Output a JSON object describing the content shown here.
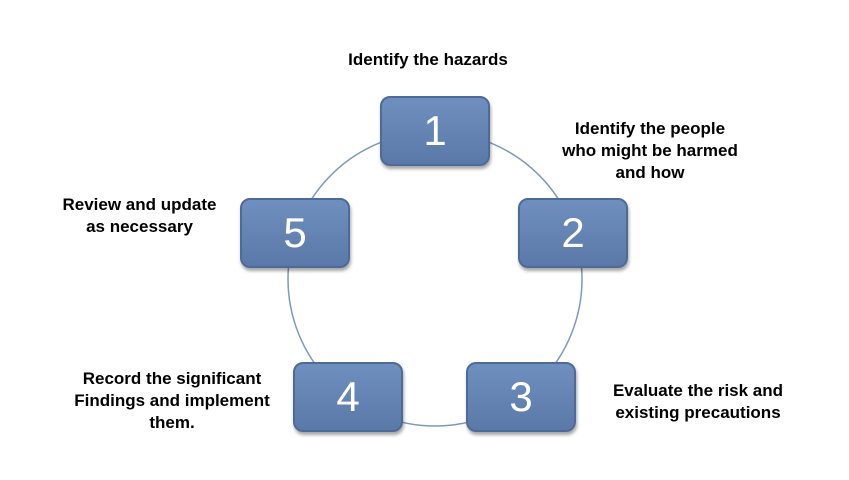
{
  "steps": [
    {
      "number": "1",
      "label_lines": [
        "Identify the hazards"
      ]
    },
    {
      "number": "2",
      "label_lines": [
        "Identify the people",
        "who might be harmed",
        "and how"
      ]
    },
    {
      "number": "3",
      "label_lines": [
        "Evaluate the risk and",
        "existing precautions"
      ]
    },
    {
      "number": "4",
      "label_lines": [
        "Record the significant",
        "Findings and implement",
        "them."
      ]
    },
    {
      "number": "5",
      "label_lines": [
        "Review and update",
        "as necessary"
      ]
    }
  ],
  "colors": {
    "box_fill": "#6383b3",
    "box_border": "#4e6a96",
    "ring": "#7d97c0",
    "label_text": "#000000",
    "number_text": "#ffffff"
  }
}
